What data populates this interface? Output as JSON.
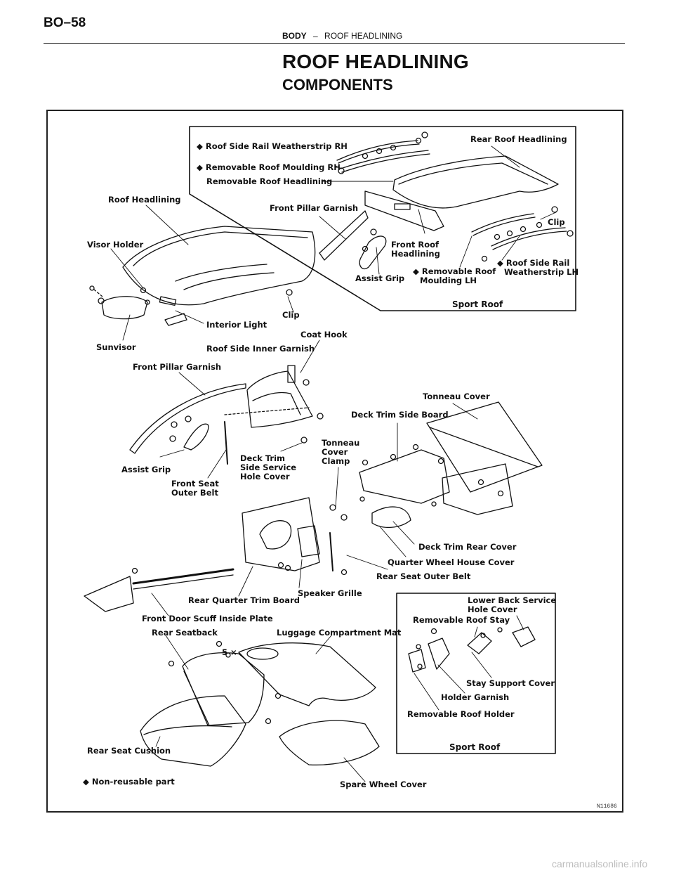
{
  "header": {
    "page_id": "BO–58",
    "section": "BODY",
    "separator": "–",
    "subsection": "ROOF HEADLINING"
  },
  "title": "ROOF HEADLINING",
  "subtitle": "COMPONENTS",
  "labels": {
    "roof_side_rail_ws_rh": "◆ Roof Side Rail Weatherstrip RH",
    "removable_roof_moulding_rh": "◆ Removable Roof Moulding RH",
    "removable_roof_headlining": "Removable Roof Headlining",
    "rear_roof_headlining": "Rear Roof Headlining",
    "roof_headlining": "Roof Headlining",
    "front_pillar_garnish_top": "Front Pillar Garnish",
    "visor_holder": "Visor Holder",
    "front_roof_headlining_1": "Front Roof",
    "front_roof_headlining_2": "Headlining",
    "clip_top": "Clip",
    "assist_grip_top": "Assist Grip",
    "removable_roof_moulding_lh_1": "◆ Removable Roof",
    "removable_roof_moulding_lh_2": "Moulding LH",
    "roof_side_rail_ws_lh_1": "◆ Roof Side Rail",
    "roof_side_rail_ws_lh_2": "Weatherstrip LH",
    "sport_roof_top": "Sport Roof",
    "clip_mid": "Clip",
    "interior_light": "Interior Light",
    "coat_hook": "Coat Hook",
    "sunvisor": "Sunvisor",
    "roof_side_inner_garnish": "Roof Side Inner Garnish",
    "front_pillar_garnish_mid": "Front Pillar Garnish",
    "tonneau_cover": "Tonneau Cover",
    "deck_trim_side_board": "Deck Trim Side Board",
    "tonneau_cover_clamp_1": "Tonneau",
    "tonneau_cover_clamp_2": "Cover",
    "tonneau_cover_clamp_3": "Clamp",
    "deck_trim_side_service_1": "Deck Trim",
    "deck_trim_side_service_2": "Side Service",
    "deck_trim_side_service_3": "Hole Cover",
    "assist_grip_mid": "Assist Grip",
    "front_seat_outer_belt_1": "Front Seat",
    "front_seat_outer_belt_2": "Outer Belt",
    "deck_trim_rear_cover": "Deck Trim Rear Cover",
    "quarter_wheel_house_cover": "Quarter Wheel House Cover",
    "rear_seat_outer_belt": "Rear Seat Outer Belt",
    "rear_quarter_trim_board": "Rear Quarter Trim Board",
    "speaker_grille": "Speaker Grille",
    "front_door_scuff": "Front Door Scuff Inside Plate",
    "rear_seatback": "Rear Seatback",
    "luggage_compartment_mat": "Luggage Compartment Mat",
    "five_x": "5 ×",
    "lower_back_service_1": "Lower Back Service",
    "lower_back_service_2": "Hole Cover",
    "removable_roof_stay": "Removable Roof Stay",
    "stay_support_cover": "Stay Support Cover",
    "holder_garnish": "Holder Garnish",
    "removable_roof_holder": "Removable Roof Holder",
    "sport_roof_bottom": "Sport Roof",
    "rear_seat_cushion": "Rear Seat Cushion",
    "non_reusable": "◆ Non-reusable part",
    "spare_wheel_cover": "Spare Wheel Cover"
  },
  "figure_code": "N11686",
  "watermark": "carmanualsonline.info"
}
